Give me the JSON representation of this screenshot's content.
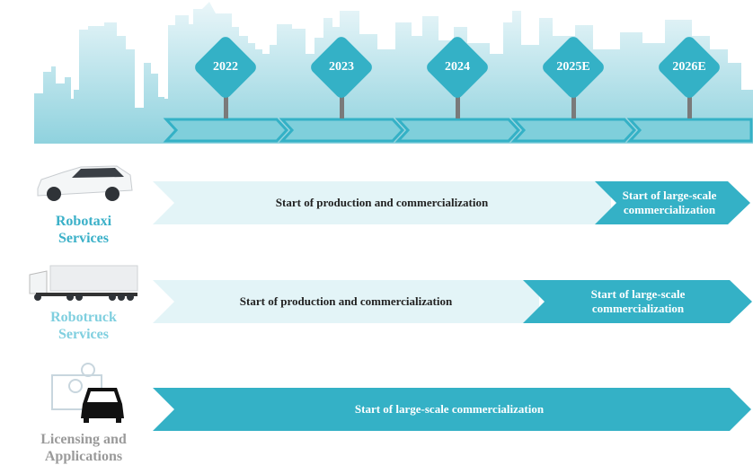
{
  "timeline": {
    "years": [
      "2022",
      "2023",
      "2024",
      "2025E",
      "2026E"
    ]
  },
  "rows": [
    {
      "label_line1": "Robotaxi",
      "label_line2": "Services",
      "label_color": "#3ab0c8",
      "phase1": "Start of production and commercialization",
      "phase2": "Start of large-scale commercialization"
    },
    {
      "label_line1": "Robotruck",
      "label_line2": "Services",
      "label_color": "#7fcfdf",
      "phase1": "Start of production and commercialization",
      "phase2": "Start of large-scale commercialization"
    },
    {
      "label_line1": "Licensing and",
      "label_line2": "Applications",
      "label_color": "#9a9a9a",
      "phase2": "Start of large-scale commercialization"
    }
  ],
  "colors": {
    "accent": "#34b1c6",
    "light": "#e3f4f7",
    "skyline_top": "#e3f3f7",
    "skyline_bottom": "#8ed3df"
  }
}
